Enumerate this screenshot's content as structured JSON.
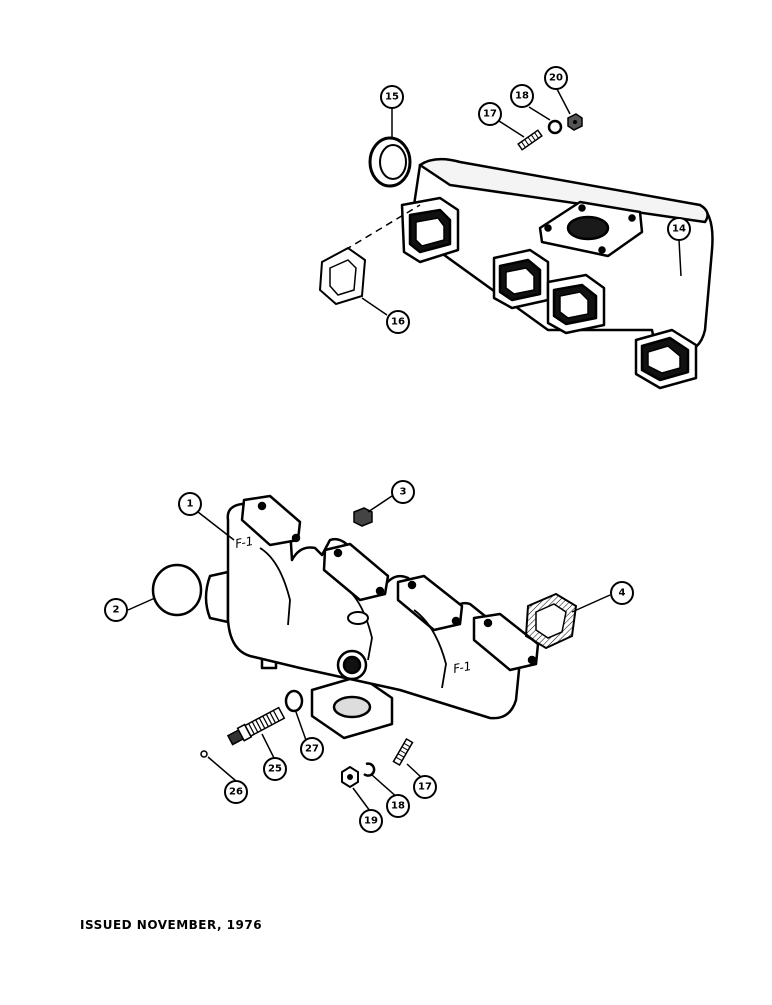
{
  "callouts": {
    "c1": "1",
    "c2": "2",
    "c3": "3",
    "c4": "4",
    "c14": "14",
    "c15": "15",
    "c16": "16",
    "c17a": "17",
    "c18a": "18",
    "c20": "20",
    "c17b": "17",
    "c18b": "18",
    "c19": "19",
    "c25": "25",
    "c26": "26",
    "c27": "27"
  },
  "castings": {
    "mark_left": "F-1",
    "mark_right": "F-1"
  },
  "footer": {
    "issued": "ISSUED NOVEMBER, 1976"
  },
  "colors": {
    "ink": "#000000",
    "paper": "#ffffff",
    "shade": "#d8d8d8"
  }
}
